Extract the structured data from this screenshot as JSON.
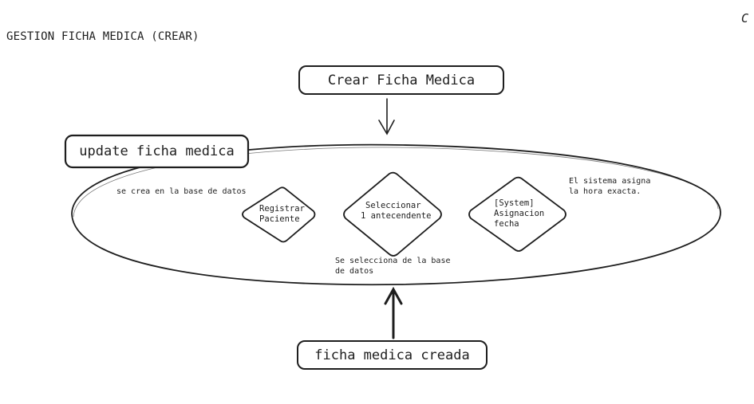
{
  "page": {
    "title": "GESTION FICHA MEDICA (CREAR)",
    "corner_mark": "C"
  },
  "boxes": {
    "crear": "Crear Ficha Medica",
    "update": "update ficha medica",
    "creada": "ficha medica creada"
  },
  "diamonds": {
    "registrar": [
      "Registrar",
      "Paciente"
    ],
    "seleccionar": [
      "Seleccionar",
      "1 antecendente"
    ],
    "system": [
      "[System]",
      "Asignacion",
      "fecha"
    ]
  },
  "notes": {
    "base_datos": "se crea en la base de datos",
    "sistema": [
      "El sistema asigna",
      "la hora exacta."
    ],
    "selecciona": [
      "Se selecciona de la base",
      "de datos"
    ]
  },
  "colors": {
    "stroke": "#1e1e1e",
    "background": "#ffffff"
  }
}
